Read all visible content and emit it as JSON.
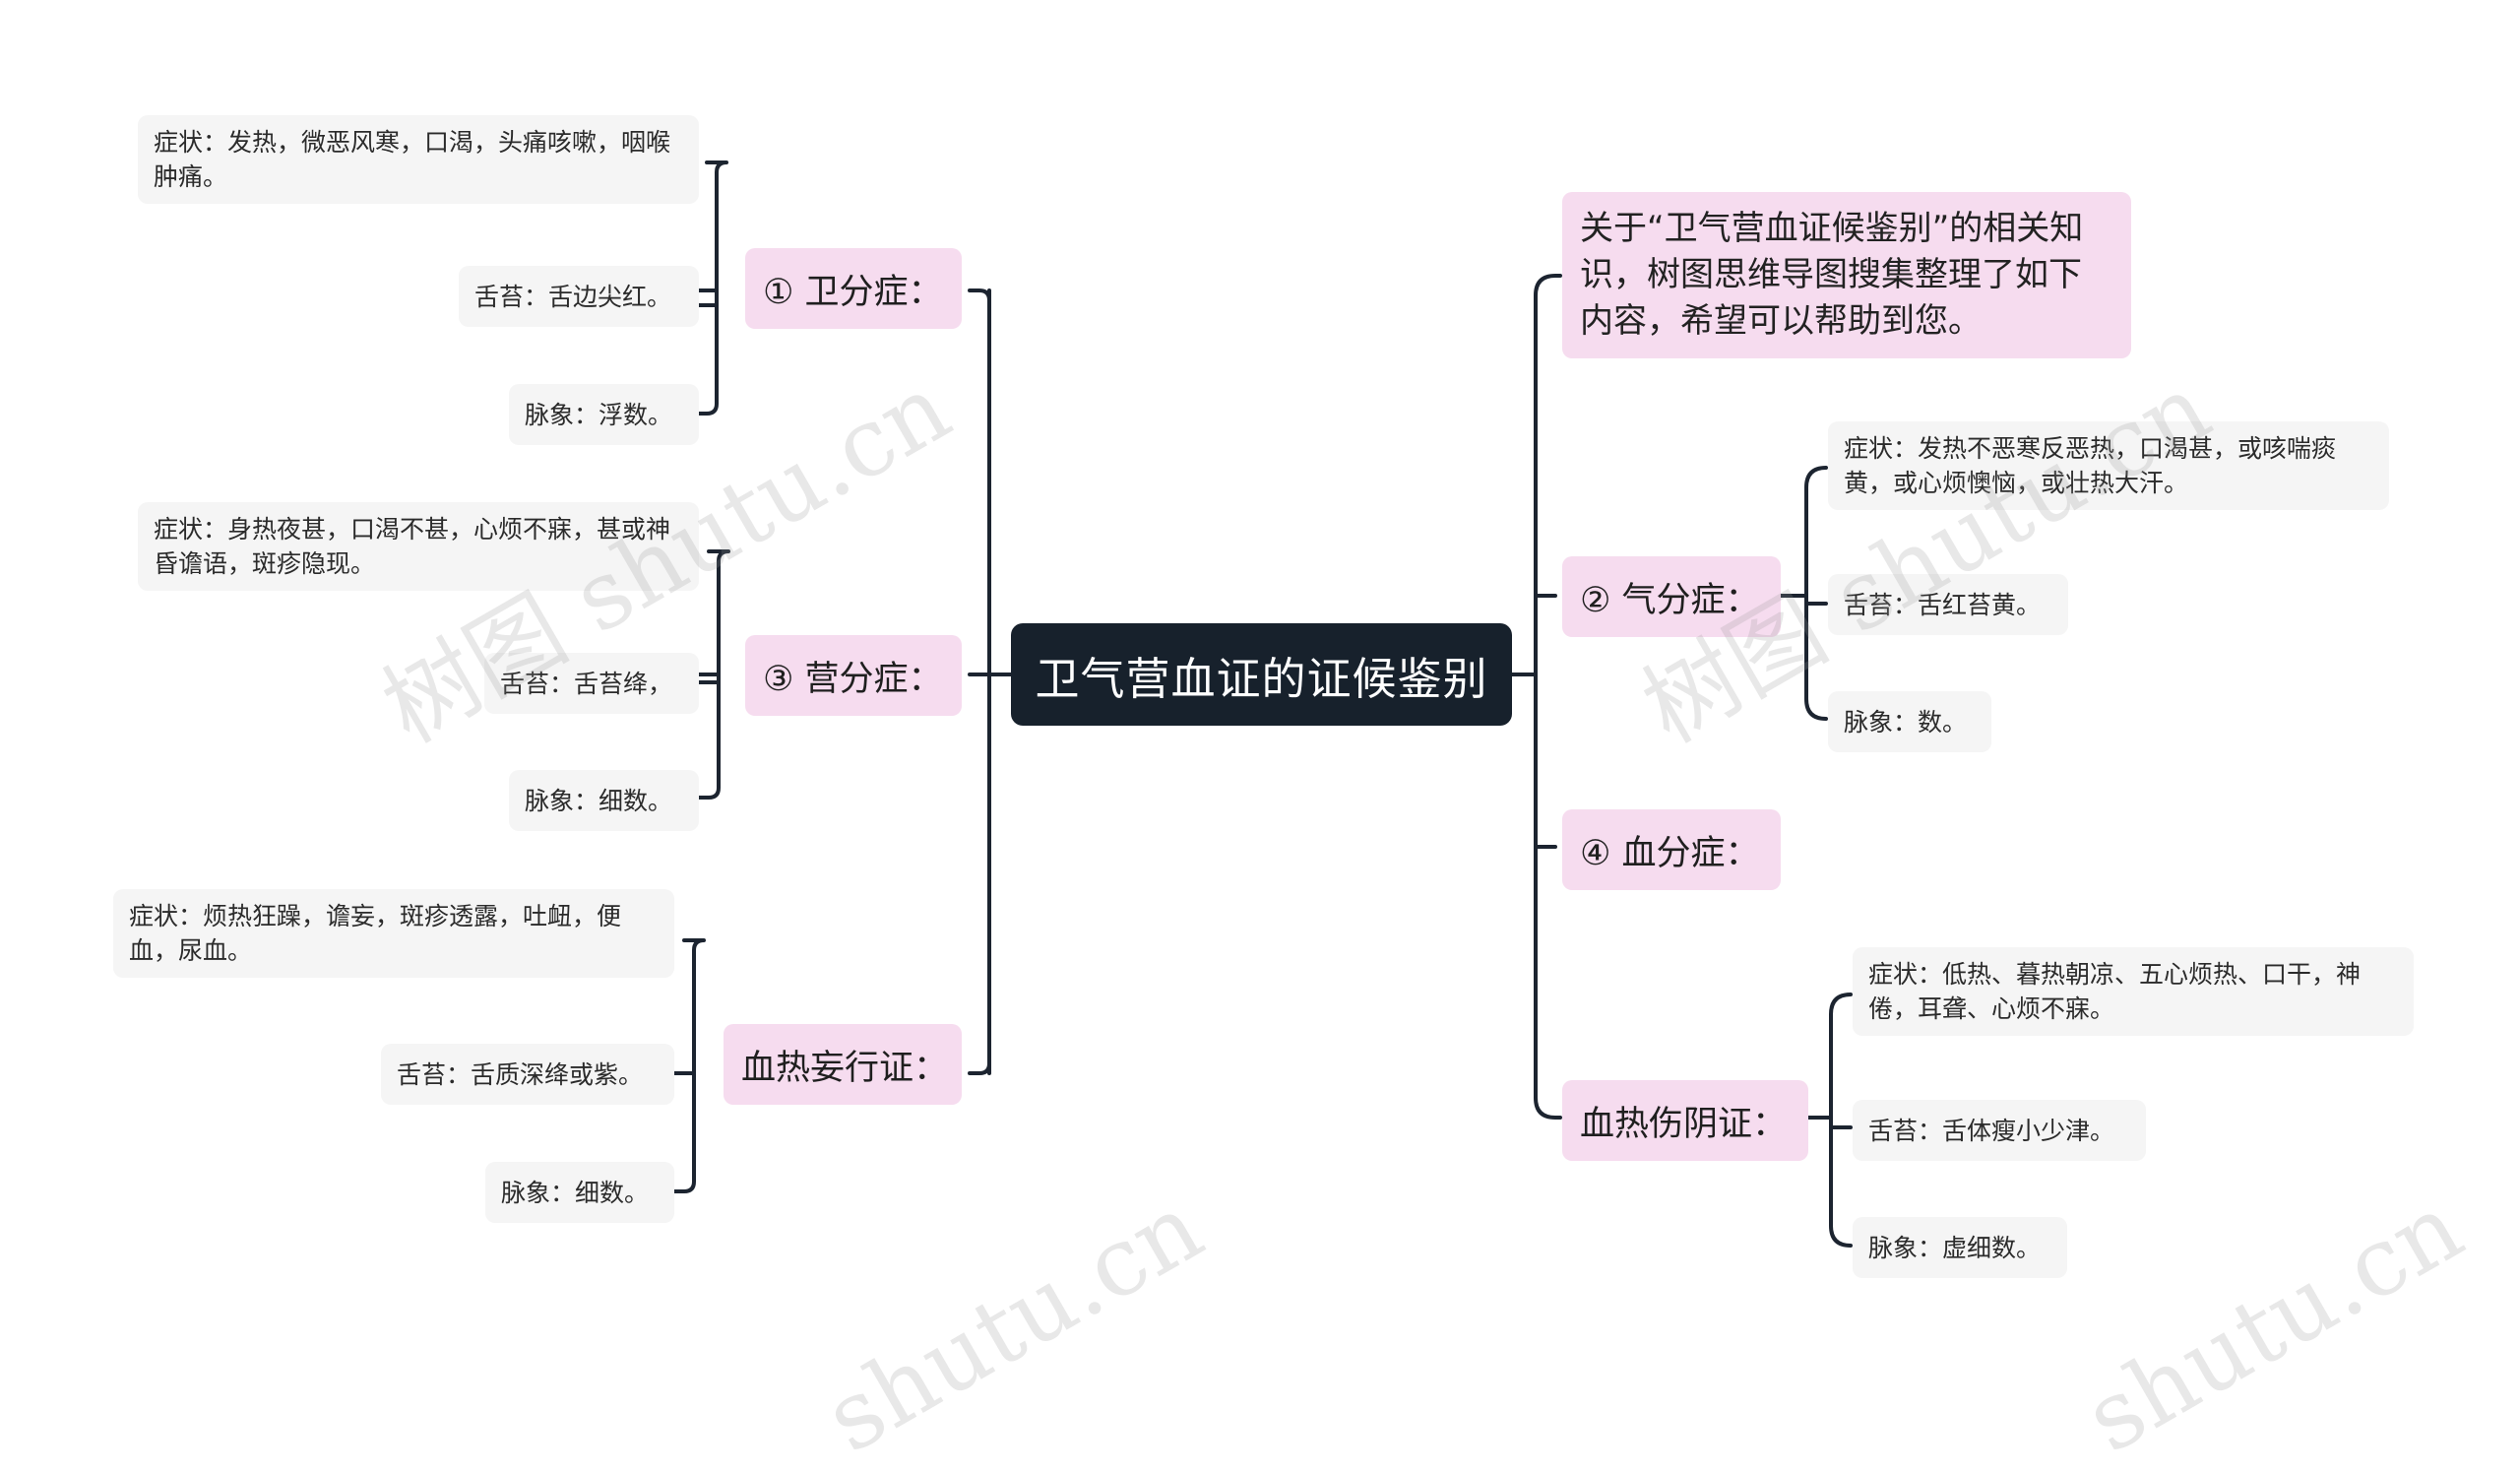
{
  "root": "卫气营血证的证候鉴别",
  "intro": "关于“卫气营血证候鉴别”的相关知识，树图思维导图搜集整理了如下内容，希望可以帮助到您。",
  "left": [
    {
      "label": "① 卫分症：",
      "items": [
        "症状：发热，微恶风寒，口渴，头痛咳嗽，咽喉肿痛。",
        "舌苔：舌边尖红。",
        "脉象：浮数。"
      ]
    },
    {
      "label": "③ 营分症：",
      "items": [
        "症状：身热夜甚，口渴不甚，心烦不寐，甚或神昏谵语，斑疹隐现。",
        "舌苔：舌苔绛，",
        "脉象：细数。"
      ]
    },
    {
      "label": "血热妄行证：",
      "items": [
        "症状：烦热狂躁，谵妄，斑疹透露，吐衄，便血，尿血。",
        "舌苔：舌质深绛或紫。",
        "脉象：细数。"
      ]
    }
  ],
  "right": [
    {
      "label": "② 气分症：",
      "items": [
        "症状：发热不恶寒反恶热，口渴甚，或咳喘痰黄，或心烦懊恼，或壮热大汗。",
        "舌苔：舌红苔黄。",
        "脉象：数。"
      ]
    },
    {
      "label": "④ 血分症：",
      "items": []
    },
    {
      "label": "血热伤阴证：",
      "items": [
        "症状：低热、暮热朝凉、五心烦热、口干，神倦，耳聋、心烦不寐。",
        "舌苔：舌体瘦小少津。",
        "脉象：虚细数。"
      ]
    }
  ],
  "watermarks": [
    "树图 shutu.cn",
    "树图 shutu.cn",
    "shutu.cn",
    "shutu.cn"
  ]
}
